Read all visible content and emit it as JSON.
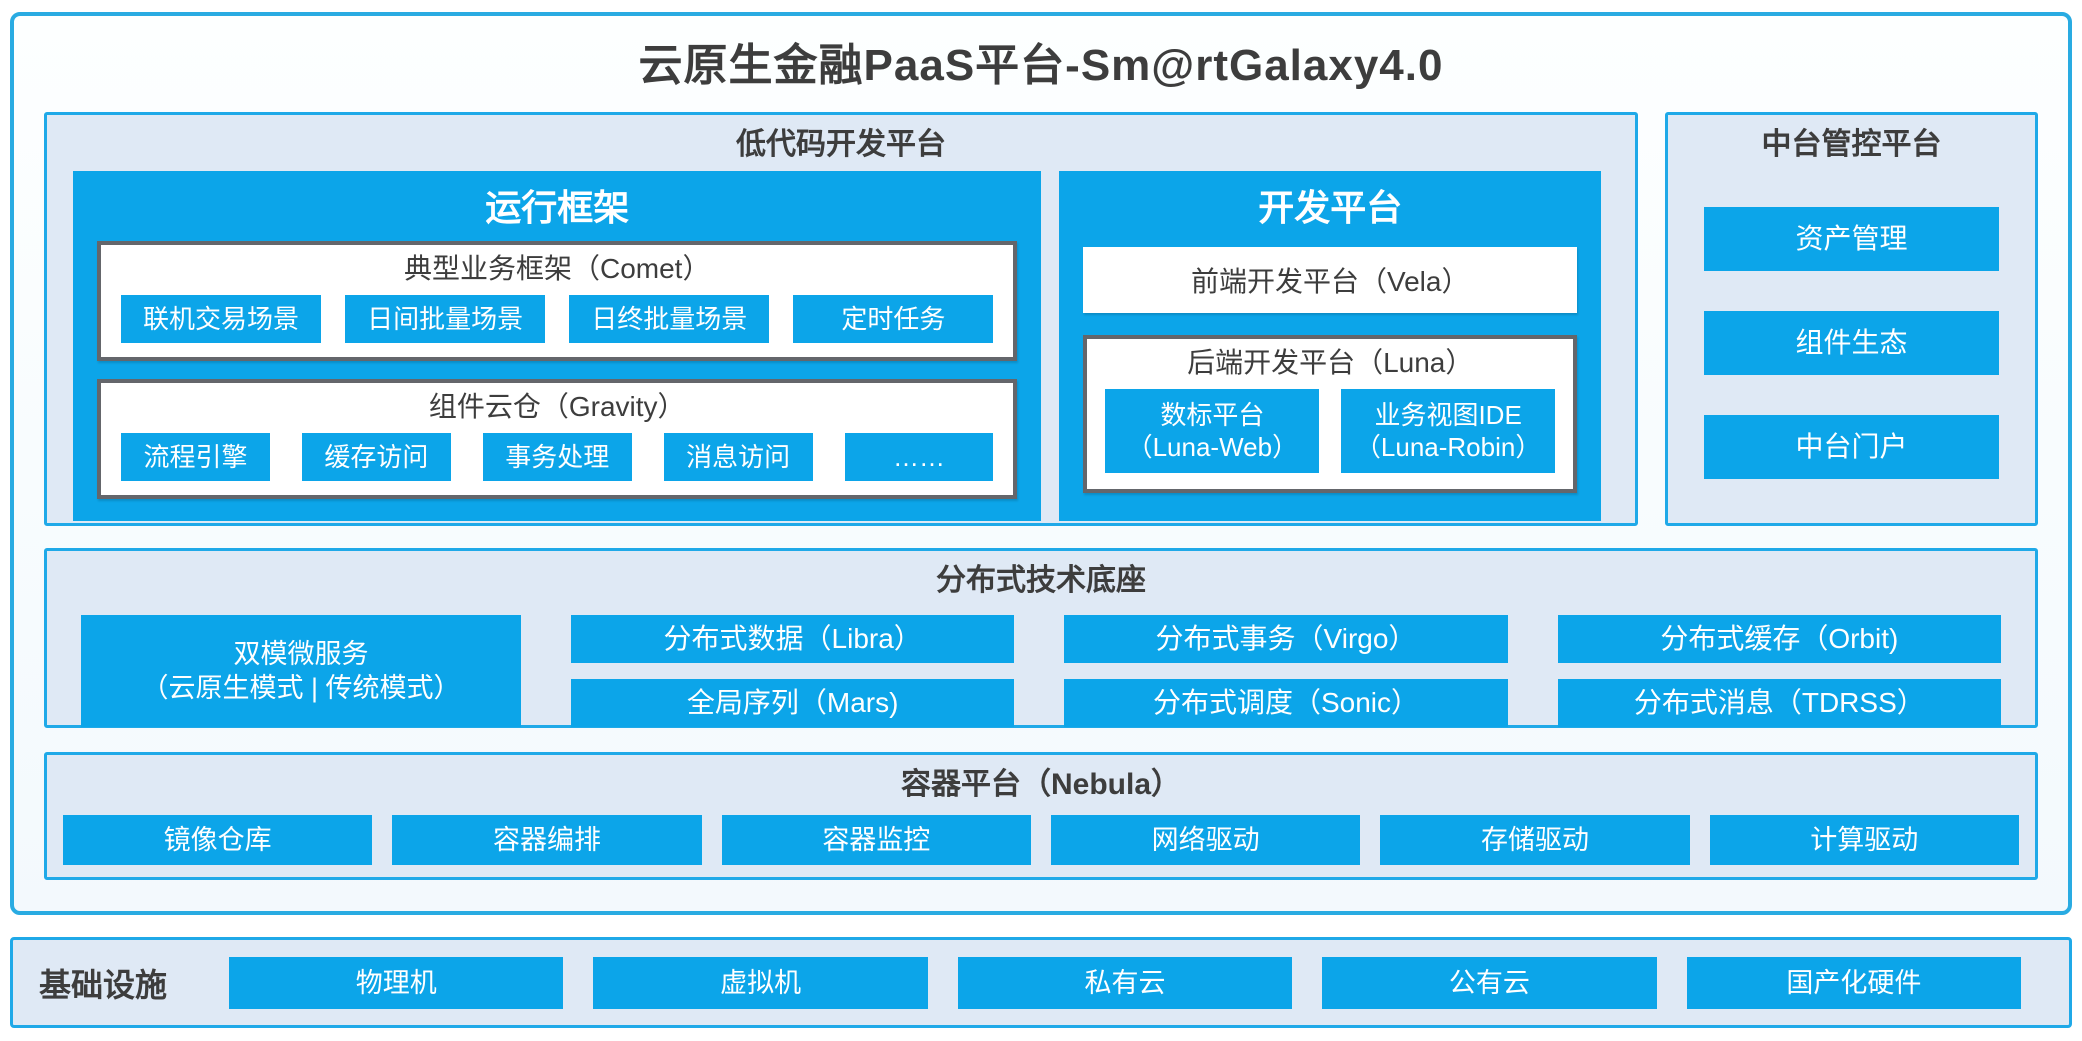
{
  "title": "云原生金融PaaS平台-Sm@rtGalaxy4.0",
  "colors": {
    "accent_blue": "#0ca5e9",
    "panel_border_blue": "#1fa9e8",
    "outer_border_blue": "#29abe2",
    "panel_background": "#dfe9f5",
    "box_border_gray": "#64666b",
    "text_dark": "#3d3d3d",
    "text_white": "#ffffff"
  },
  "lowcode": {
    "title": "低代码开发平台",
    "runtime": {
      "title": "运行框架",
      "comet": {
        "title": "典型业务框架（Comet）",
        "items": [
          "联机交易场景",
          "日间批量场景",
          "日终批量场景",
          "定时任务"
        ]
      },
      "gravity": {
        "title": "组件云仓（Gravity）",
        "items": [
          "流程引擎",
          "缓存访问",
          "事务处理",
          "消息访问",
          "……"
        ]
      }
    },
    "dev": {
      "title": "开发平台",
      "vela": "前端开发平台（Vela）",
      "luna": {
        "title": "后端开发平台（Luna）",
        "items": [
          {
            "title": "数标平台",
            "subtitle": "（Luna-Web）"
          },
          {
            "title": "业务视图IDE",
            "subtitle": "（Luna-Robin）"
          }
        ]
      }
    }
  },
  "midplatform": {
    "title": "中台管控平台",
    "items": [
      "资产管理",
      "组件生态",
      "中台门户"
    ]
  },
  "distributed": {
    "title": "分布式技术底座",
    "dual": {
      "title": "双模微服务",
      "subtitle": "（云原生模式 | 传统模式）"
    },
    "columns": [
      [
        "分布式数据（Libra）",
        "全局序列（Mars)"
      ],
      [
        "分布式事务（Virgo）",
        "分布式调度（Sonic）"
      ],
      [
        "分布式缓存（Orbit)",
        "分布式消息（TDRSS）"
      ]
    ]
  },
  "container_platform": {
    "title": "容器平台（Nebula）",
    "items": [
      "镜像仓库",
      "容器编排",
      "容器监控",
      "网络驱动",
      "存储驱动",
      "计算驱动"
    ]
  },
  "infrastructure": {
    "title": "基础设施",
    "items": [
      "物理机",
      "虚拟机",
      "私有云",
      "公有云",
      "国产化硬件"
    ]
  }
}
